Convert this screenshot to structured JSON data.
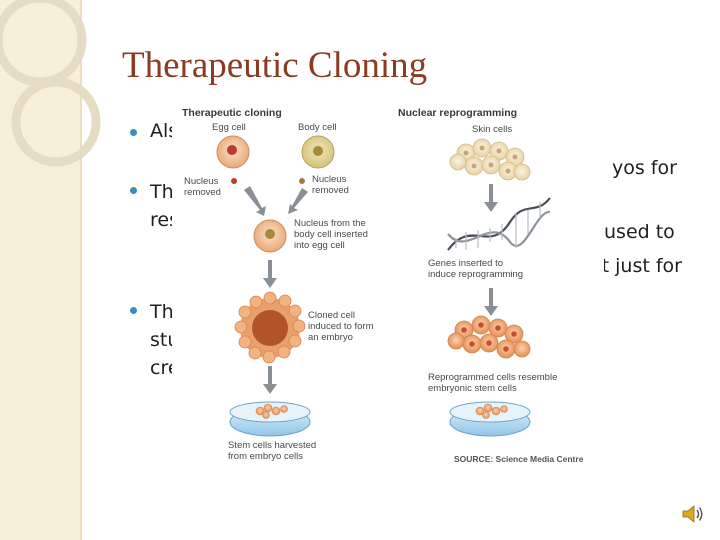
{
  "slide": {
    "title": "Therapeutic Cloning",
    "bullets": [
      {
        "visible_prefix": "Als",
        "visible_suffix": ""
      },
      {
        "line1_prefix": "The",
        "line1_suffix": "yos for",
        "line2_prefix": "res"
      },
      {
        "line1_prefix": "The",
        "line1_suffix": "used to",
        "line2_prefix": "stu",
        "line2_suffix": "not just for",
        "line3_prefix": "cre"
      }
    ]
  },
  "figure": {
    "left_header": "Therapeutic cloning",
    "right_header": "Nuclear reprogramming",
    "egg_cell": "Egg cell",
    "body_cell": "Body cell",
    "nucleus_removed_left": "Nucleus\nremoved",
    "nucleus_removed_right": "Nucleus\nremoved",
    "nucleus_inserted": "Nucleus from the\nbody cell inserted\ninto egg cell",
    "cloned_cell": "Cloned cell\ninduced to form\nan embryo",
    "stem_cells_harvested": "Stem cells harvested\nfrom embryo cells",
    "skin_cells": "Skin cells",
    "genes_inserted": "Genes inserted to\ninduce reprogramming",
    "reprogrammed": "Reprogrammed cells resemble\nembryonic stem cells",
    "source": "SOURCE: Science Media Centre"
  },
  "icons": {
    "speaker": "speaker-icon"
  },
  "colors": {
    "title": "#8a3b22",
    "bullet": "#3c8cc4",
    "band": "#f6efd9"
  }
}
